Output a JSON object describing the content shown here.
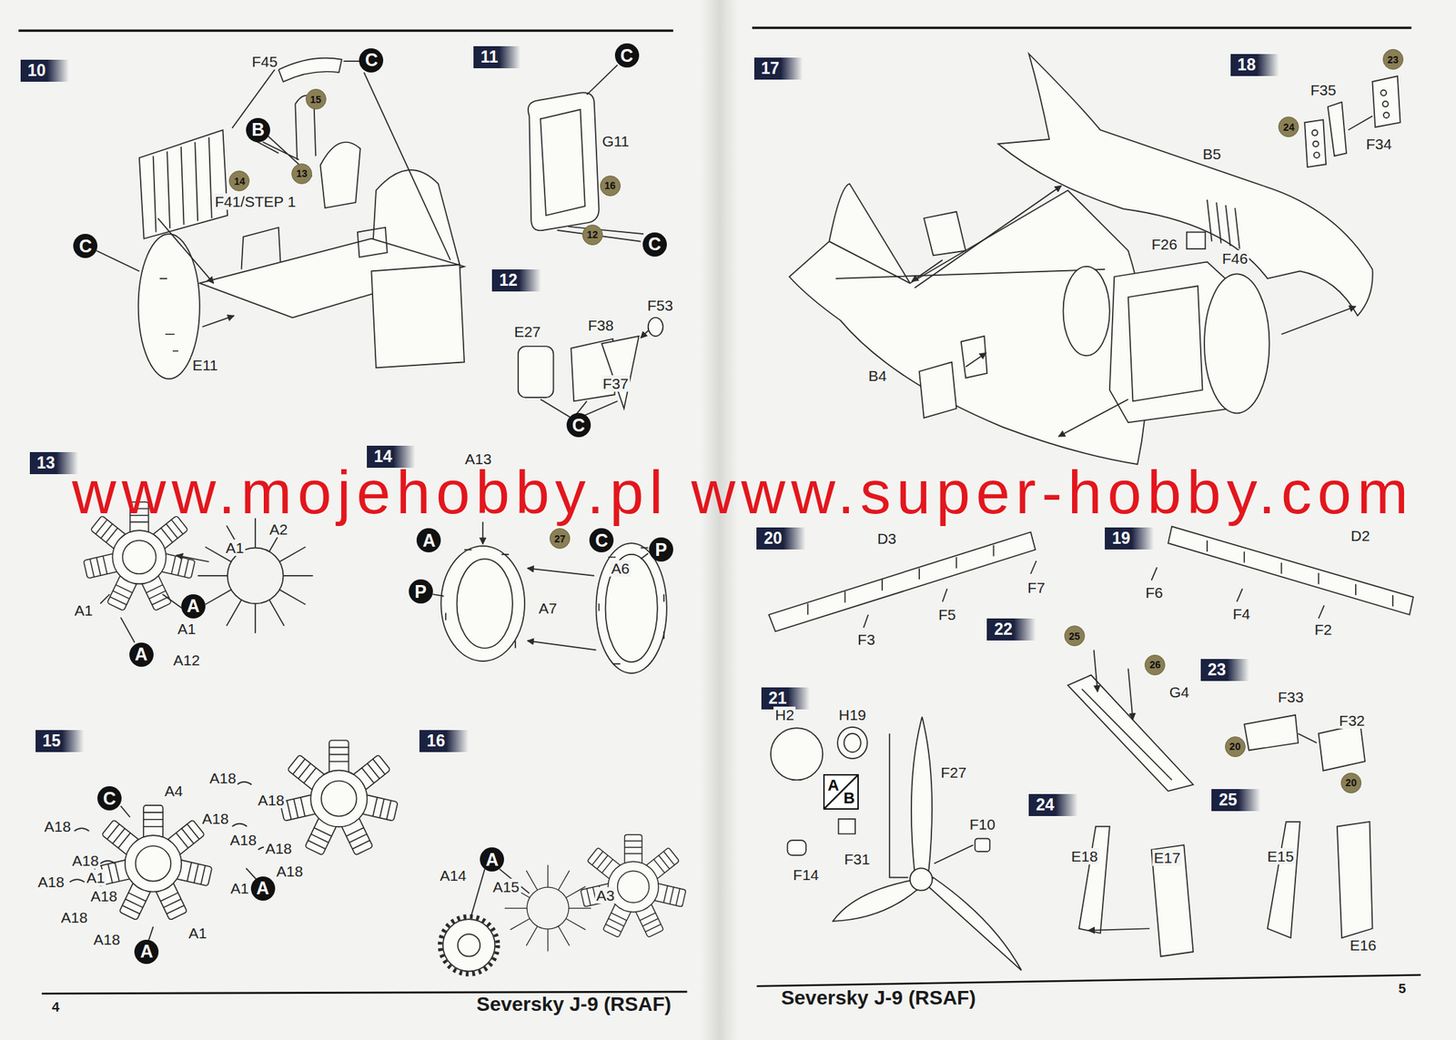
{
  "diagram": {
    "nodes": [
      {
        "text": [
          "10"
        ]
      },
      {
        "text": [
          "C"
        ]
      },
      {
        "text": [
          "B"
        ]
      },
      {
        "text": [
          "15"
        ]
      },
      {
        "text": [
          "14"
        ]
      },
      {
        "text": [
          "13"
        ]
      },
      {
        "text": [
          "C"
        ]
      },
      {
        "text": [
          "11"
        ]
      },
      {
        "text": [
          "C"
        ]
      },
      {
        "text": [
          "16"
        ]
      },
      {
        "text": [
          "12"
        ]
      },
      {
        "text": [
          "C"
        ]
      },
      {
        "text": [
          "12"
        ]
      },
      {
        "text": [
          "C"
        ]
      },
      {
        "text": [
          "13"
        ]
      },
      {
        "text": [
          "A"
        ]
      },
      {
        "text": [
          "A"
        ]
      },
      {
        "text": [
          "14"
        ]
      },
      {
        "text": [
          "A"
        ]
      },
      {
        "text": [
          "C"
        ]
      },
      {
        "text": [
          "27"
        ]
      },
      {
        "text": [
          "P"
        ]
      },
      {
        "text": [
          "P"
        ]
      },
      {
        "text": [
          "15"
        ]
      },
      {
        "text": [
          "C"
        ]
      },
      {
        "text": [
          "A"
        ]
      },
      {
        "text": [
          "A"
        ]
      },
      {
        "text": [
          "16"
        ]
      },
      {
        "text": [
          "A"
        ]
      },
      {
        "text": [
          "17"
        ]
      },
      {
        "text": [
          "18"
        ]
      },
      {
        "text": [
          "23"
        ]
      },
      {
        "text": [
          "24"
        ]
      },
      {
        "text": [
          "20"
        ]
      },
      {
        "text": [
          "19"
        ]
      },
      {
        "text": [
          "21"
        ]
      },
      {
        "text": [
          "A",
          "B"
        ]
      },
      {
        "text": [
          "22"
        ]
      },
      {
        "text": [
          "25"
        ]
      },
      {
        "text": [
          "26"
        ]
      },
      {
        "text": [
          "23"
        ]
      },
      {
        "text": [
          "20"
        ]
      },
      {
        "text": [
          "20"
        ]
      },
      {
        "text": [
          "24"
        ]
      },
      {
        "text": [
          "25"
        ]
      }
    ],
    "labels": [
      "F45",
      "F41/STEP 1",
      "E11",
      "G11",
      "E27",
      "F38",
      "F53",
      "F37",
      "A2",
      "A1",
      "A1",
      "A1",
      "A12",
      "A13",
      "A6",
      "A7",
      "A4",
      "A18",
      "A18",
      "A1",
      "A18",
      "A18",
      "A18",
      "A18",
      "A1",
      "A1",
      "A18",
      "A18",
      "A18",
      "A18",
      "A18",
      "A18",
      "A14",
      "A15",
      "A3",
      "B5",
      "F26",
      "F46",
      "B4",
      "F35",
      "F34",
      "D3",
      "F7",
      "F5",
      "F3",
      "D2",
      "F6",
      "F4",
      "F2",
      "H2",
      "H19",
      "F27",
      "F10",
      "F14",
      "F31",
      "G4",
      "F33",
      "F32",
      "E18",
      "E17",
      "E15",
      "E16",
      "4",
      "Seversky J-9 (RSAF)",
      "Seversky J-9 (RSAF)",
      "5",
      "www.mojehobby.pl www.super-hobby.com"
    ]
  }
}
